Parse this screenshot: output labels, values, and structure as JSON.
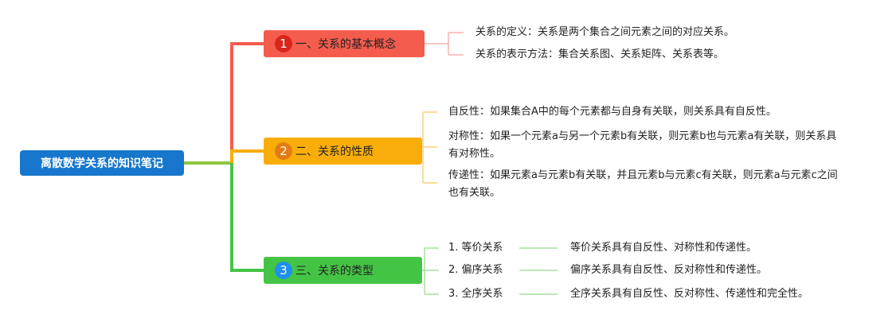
{
  "root": {
    "label": "离散数学关系的知识笔记"
  },
  "branches": [
    {
      "number": "1",
      "label": "一、关系的基本概念",
      "items": [
        "关系的定义：关系是两个集合之间元素之间的对应关系。",
        "关系的表示方法：集合关系图、关系矩阵、关系表等。"
      ]
    },
    {
      "number": "2",
      "label": "二、关系的性质",
      "items": [
        "自反性：如果集合A中的每个元素都与自身有关联，则关系具有自反性。",
        "对称性：如果一个元素a与另一个元素b有关联，则元素b也与元素a有关联，则关系具有对称性。",
        "传递性：如果元素a与元素b有关联，并且元素b与元素c有关联，则元素a与元素c之间也有关联。"
      ]
    },
    {
      "number": "3",
      "label": "三、关系的类型",
      "items": [
        {
          "name": "1. 等价关系",
          "detail": "等价关系具有自反性、对称性和传递性。"
        },
        {
          "name": "2. 偏序关系",
          "detail": "偏序关系具有自反性、反对称性和传递性。"
        },
        {
          "name": "3. 全序关系",
          "detail": "全序关系具有自反性、反对称性、传递性和完全性。"
        }
      ]
    }
  ],
  "colors": {
    "root": "#1677cc",
    "branch1": "#f45c4e",
    "branch2": "#f8ad0a",
    "branch3": "#44c444",
    "line_root": "#8dc63f"
  }
}
